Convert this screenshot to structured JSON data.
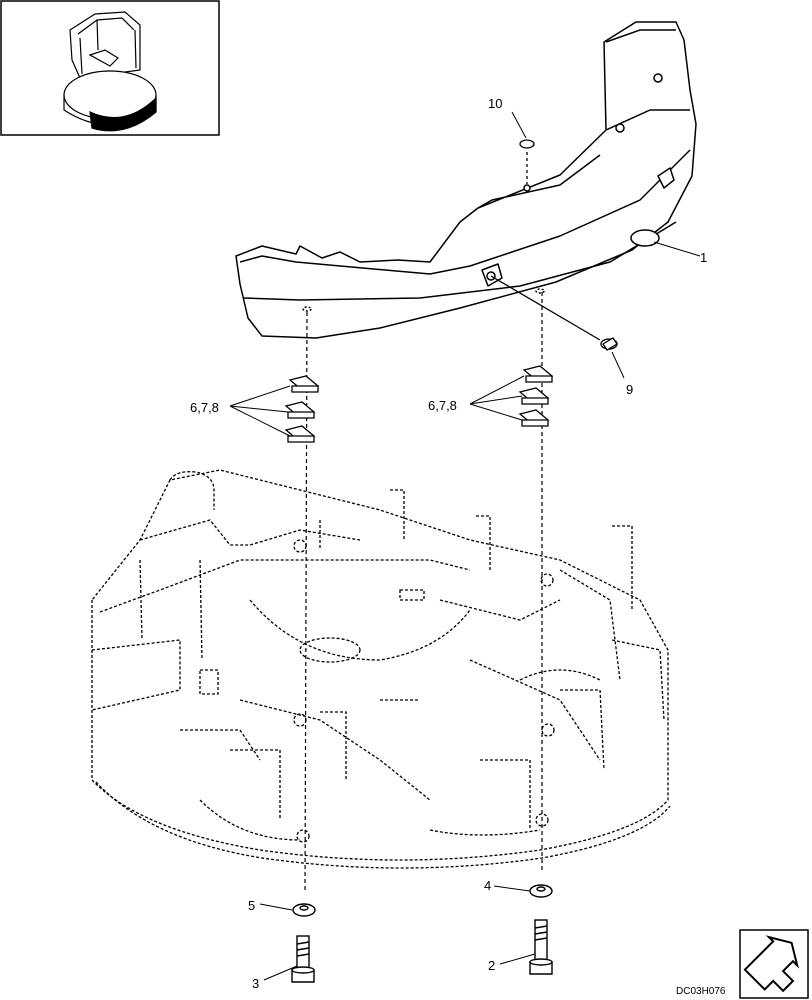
{
  "drawing": {
    "code": "DC03H076",
    "callouts": {
      "c1": "1",
      "c2": "2",
      "c3": "3",
      "c4": "4",
      "c5": "5",
      "c678_left": "6,7,8",
      "c678_right": "6,7,8",
      "c9": "9",
      "c10": "10"
    }
  },
  "parts": [
    {
      "ref": "1",
      "name": "counterweight"
    },
    {
      "ref": "2",
      "name": "bolt-right"
    },
    {
      "ref": "3",
      "name": "bolt-left"
    },
    {
      "ref": "4",
      "name": "washer-right"
    },
    {
      "ref": "5",
      "name": "washer-left"
    },
    {
      "ref": "6,7,8",
      "name": "shims-left"
    },
    {
      "ref": "6,7,8",
      "name": "shims-right"
    },
    {
      "ref": "9",
      "name": "plug-side"
    },
    {
      "ref": "10",
      "name": "plug-top"
    }
  ],
  "icons": {
    "locator": "excavator-locator-icon",
    "navigation": "next-page-arrow-icon"
  }
}
